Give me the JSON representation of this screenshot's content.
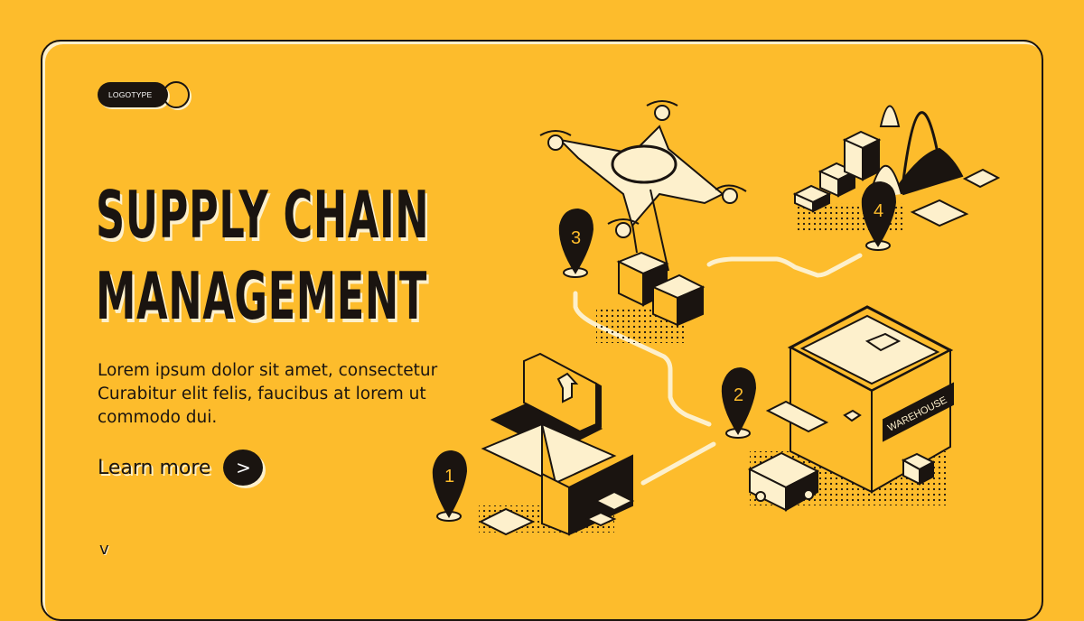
{
  "logo": {
    "label": "LOGOTYPE"
  },
  "hero": {
    "title_line1": "SUPPLY CHAIN",
    "title_line2": "MANAGEMENT",
    "body_line1": "Lorem ipsum dolor sit amet, consectetur",
    "body_line2": "Curabitur elit felis, faucibus at lorem ut",
    "body_line3": "commodo dui.",
    "cta_label": "Learn more",
    "cta_icon": ">",
    "scroll_icon": "v"
  },
  "illustration": {
    "pins": [
      {
        "number": "1",
        "stage": "packaging"
      },
      {
        "number": "2",
        "stage": "warehouse"
      },
      {
        "number": "3",
        "stage": "drone-delivery"
      },
      {
        "number": "4",
        "stage": "analytics"
      }
    ],
    "warehouse_sign": "WAREHOUSE"
  },
  "colors": {
    "background": "#FDBC2C",
    "ink": "#1a1410",
    "highlight": "#FDF0CC"
  }
}
